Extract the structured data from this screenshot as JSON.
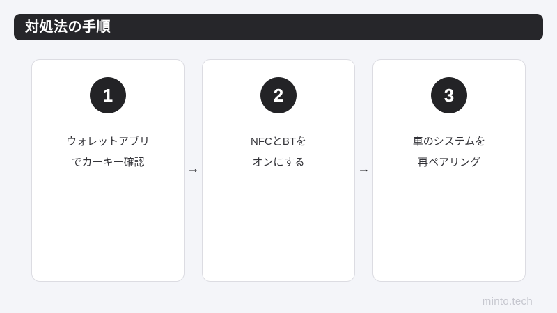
{
  "header": {
    "title": "対処法の手順",
    "background_color": "#26262a",
    "text_color": "#ffffff"
  },
  "canvas": {
    "background_color": "#f4f5f9"
  },
  "steps": [
    {
      "number": "1",
      "label": "ウォレットアプリ\nでカーキー確認",
      "line1": "ウォレットアプリ",
      "line2": "でカーキー確認"
    },
    {
      "number": "2",
      "label": "NFCとBTを\nオンにする",
      "line1": "NFCとBTを",
      "line2": "オンにする"
    },
    {
      "number": "3",
      "label": "車のシステムを\n再ペアリング",
      "line1": "車のシステムを",
      "line2": "再ペアリング"
    }
  ],
  "connectors": [
    {
      "glyph": "→"
    },
    {
      "glyph": "→"
    }
  ],
  "footer": {
    "watermark": "minto.tech",
    "color": "#c6c7cf"
  }
}
